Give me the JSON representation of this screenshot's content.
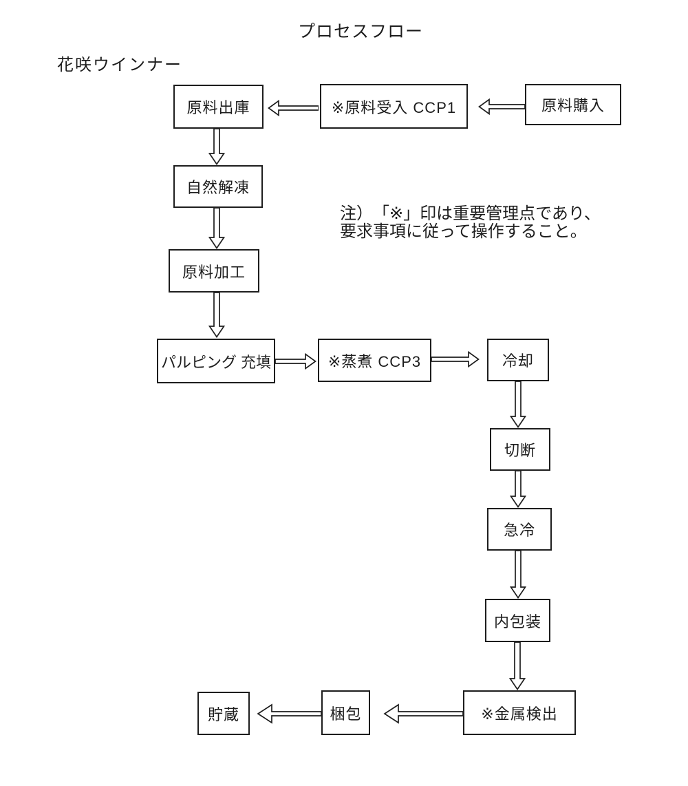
{
  "page": {
    "title": "プロセスフロー",
    "product_name": "花咲ウインナー"
  },
  "note": {
    "line1": "注）　「※」印は重要管理点であり、",
    "line2": "要求事項に従って操作すること。"
  },
  "flow": {
    "nodes": [
      {
        "id": "raw-material-purchase",
        "label": "原料購入"
      },
      {
        "id": "raw-material-receiving",
        "label": "※原料受入 CCP1"
      },
      {
        "id": "raw-material-dispatch",
        "label": "原料出庫"
      },
      {
        "id": "natural-thawing",
        "label": "自然解凍"
      },
      {
        "id": "raw-material-processing",
        "label": "原料加工"
      },
      {
        "id": "pulping-filling",
        "label": "パルピング 充填"
      },
      {
        "id": "steam-cooking",
        "label": "※蒸煮 CCP3"
      },
      {
        "id": "cooling",
        "label": "冷却"
      },
      {
        "id": "cutting",
        "label": "切断"
      },
      {
        "id": "quick-chilling",
        "label": "急冷"
      },
      {
        "id": "inner-packaging",
        "label": "内包装"
      },
      {
        "id": "metal-detection",
        "label": "※金属検出"
      },
      {
        "id": "packing",
        "label": "梱包"
      },
      {
        "id": "storage",
        "label": "貯蔵"
      }
    ]
  },
  "colors": {
    "ink": "#1d1d1d",
    "paper": "#ffffff"
  }
}
